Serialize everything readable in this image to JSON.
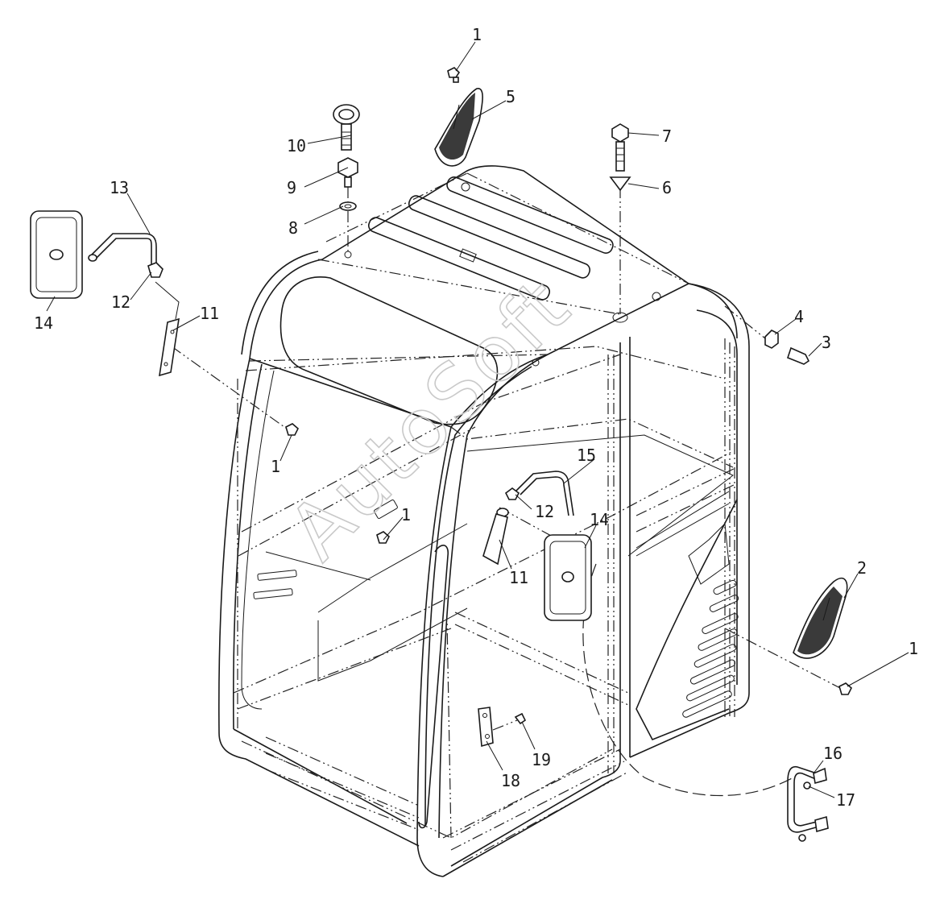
{
  "watermark": "AutoSoft",
  "callouts": [
    "1",
    "1",
    "1",
    "1",
    "2",
    "3",
    "4",
    "5",
    "6",
    "7",
    "8",
    "9",
    "10",
    "11",
    "11",
    "12",
    "12",
    "13",
    "14",
    "14",
    "15",
    "16",
    "17",
    "18",
    "19"
  ]
}
